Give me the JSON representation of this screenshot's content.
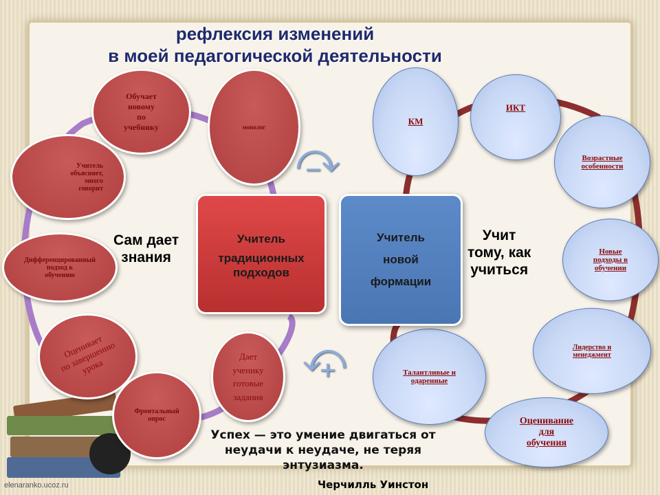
{
  "title": {
    "line1": "рефлексия  изменений",
    "line2": "в  моей  педагогической  деятельности"
  },
  "center": {
    "traditional": [
      "Учитель",
      "традиционных",
      "подходов"
    ],
    "new": [
      "Учитель",
      "новой",
      "формации"
    ]
  },
  "side": {
    "left": [
      "Сам  дает",
      "знания"
    ],
    "right": [
      "Учит",
      "тому,  как",
      "учиться"
    ]
  },
  "traditional_items": [
    {
      "lines": [
        "Обучает",
        "новому",
        "по",
        "учебнику"
      ]
    },
    {
      "lines": [
        "монолог"
      ]
    },
    {
      "lines": [
        "Учитель",
        "объясняет,",
        "много",
        "говорит"
      ]
    },
    {
      "lines": [
        "Дифференцированный",
        "подход к",
        "обучению"
      ]
    },
    {
      "lines": [
        "Оценивает",
        "по  завершению",
        "урока"
      ]
    },
    {
      "lines": [
        "Фронтальный",
        "опрос"
      ]
    },
    {
      "lines": [
        "Дает",
        "ученику",
        "готовые",
        "задания"
      ]
    }
  ],
  "new_items": [
    {
      "lines": [
        "КМ"
      ]
    },
    {
      "lines": [
        "ИКТ"
      ]
    },
    {
      "lines": [
        "Возрастные",
        "особенности"
      ]
    },
    {
      "lines": [
        "Новые",
        "подходы  в",
        "обучении"
      ]
    },
    {
      "lines": [
        "Лидерство  и",
        "менеджмент"
      ]
    },
    {
      "lines": [
        "Талантливые  и",
        "одаренные"
      ]
    },
    {
      "lines": [
        "Оценивание",
        "для",
        "обучения"
      ]
    }
  ],
  "quote": [
    "Успех — это умение двигаться от",
    "неудачи к неудаче, не теряя",
    "энтузиазма."
  ],
  "author": "Черчилль Уинстон",
  "site": "elenaranko.ucoz.ru",
  "colors": {
    "red": "#b84848",
    "blue": "#c8d8f5",
    "title": "#1f2a6b"
  }
}
